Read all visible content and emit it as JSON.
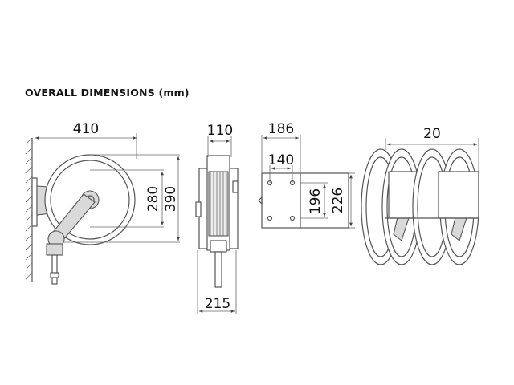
{
  "title": "OVERALL DIMENSIONS (mm)",
  "dimensions": {
    "side_width": "410",
    "side_height_inner": "280",
    "side_height_outer": "390",
    "front_width_top": "110",
    "front_width_bottom": "215",
    "bracket_width_outer": "186",
    "bracket_width_inner": "140",
    "bracket_height_inner": "196",
    "bracket_height_outer": "226",
    "multi_spacing": "20"
  }
}
